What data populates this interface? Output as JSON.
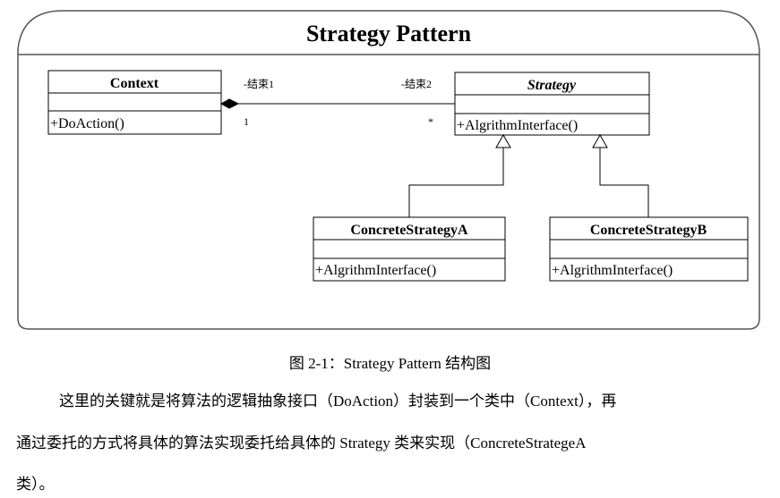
{
  "diagram": {
    "title": "Strategy Pattern",
    "classes": {
      "context": {
        "name": "Context",
        "method": "+DoAction()"
      },
      "strategy": {
        "name": "Strategy",
        "method": "+AlgrithmInterface()"
      },
      "concrete_a": {
        "name": "ConcreteStrategyA",
        "method": "+AlgrithmInterface()"
      },
      "concrete_b": {
        "name": "ConcreteStrategyB",
        "method": "+AlgrithmInterface()"
      }
    },
    "association": {
      "end1_role": "-结束1",
      "end2_role": "-结束2",
      "end1_multiplicity": "1",
      "end2_multiplicity": "*"
    }
  },
  "caption": "图 2-1：Strategy Pattern 结构图",
  "paragraph": {
    "line1": "这里的关键就是将算法的逻辑抽象接口（DoAction）封装到一个类中（Context），再",
    "line2": "通过委托的方式将具体的算法实现委托给具体的 Strategy 类来实现（ConcreteStrategeA",
    "line3": "类）。"
  }
}
